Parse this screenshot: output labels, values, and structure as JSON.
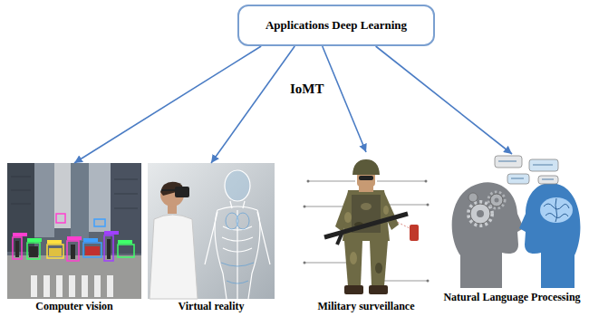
{
  "diagram": {
    "nodes": [
      {
        "text": [
          "Applications Deep Learning"
        ]
      },
      {
        "text": [
          "Computer vision"
        ]
      },
      {
        "text": [
          "Virtual reality"
        ]
      },
      {
        "text": [
          "Military surveillance"
        ]
      },
      {
        "text": [
          "Natural Language Processing"
        ]
      }
    ],
    "edges": [
      {
        "from": 0,
        "to": 1,
        "arrow": "to"
      },
      {
        "from": 0,
        "to": 2,
        "arrow": "to"
      },
      {
        "from": 0,
        "to": 3,
        "arrow": "to"
      },
      {
        "from": 0,
        "to": 4,
        "arrow": "to"
      }
    ],
    "labels": [
      "IoMT"
    ]
  }
}
